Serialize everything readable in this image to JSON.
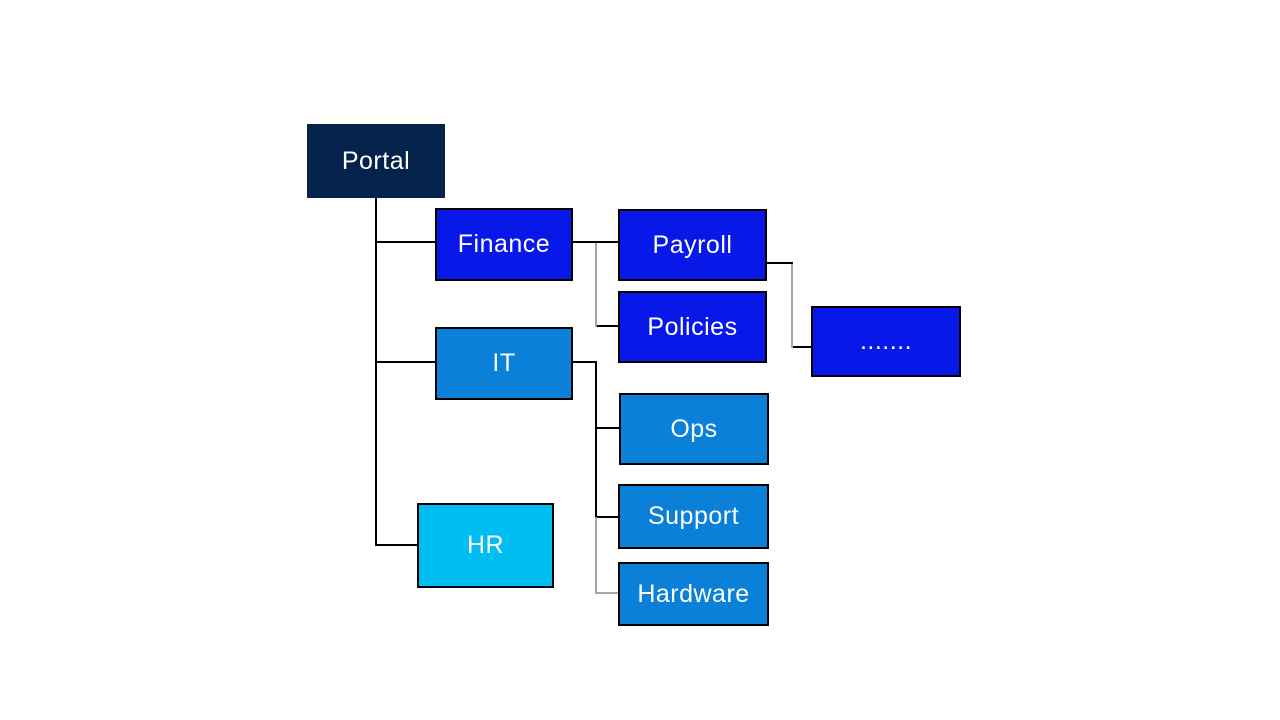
{
  "diagram": {
    "type": "tree",
    "description": "Portal site hierarchy diagram",
    "root": "portal",
    "edges": [
      [
        "portal",
        "finance"
      ],
      [
        "portal",
        "it"
      ],
      [
        "portal",
        "hr"
      ],
      [
        "finance",
        "payroll"
      ],
      [
        "finance",
        "policies"
      ],
      [
        "payroll",
        "more"
      ],
      [
        "it",
        "ops"
      ],
      [
        "it",
        "support"
      ],
      [
        "it",
        "hardware"
      ]
    ]
  },
  "nodes": {
    "portal": {
      "label": "Portal",
      "fill": "navy"
    },
    "finance": {
      "label": "Finance",
      "fill": "blue"
    },
    "it": {
      "label": "IT",
      "fill": "midblue"
    },
    "hr": {
      "label": "HR",
      "fill": "cyan"
    },
    "payroll": {
      "label": "Payroll",
      "fill": "blue"
    },
    "policies": {
      "label": "Policies",
      "fill": "blue"
    },
    "more": {
      "label": ".......",
      "fill": "blue"
    },
    "ops": {
      "label": "Ops",
      "fill": "midblue"
    },
    "support": {
      "label": "Support",
      "fill": "midblue"
    },
    "hardware": {
      "label": "Hardware",
      "fill": "midblue"
    }
  },
  "colors": {
    "navy": "#03234d",
    "blue": "#0718e8",
    "midblue": "#0a80d8",
    "cyan": "#00bdf2",
    "lineblack": "#000000",
    "linegray": "#a6a6a6",
    "text": "#ffffff",
    "background": "#ffffff"
  }
}
